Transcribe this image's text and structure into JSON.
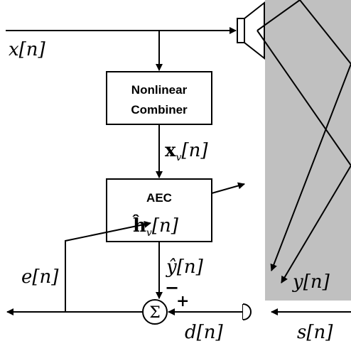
{
  "signals": {
    "input": "x[n]",
    "expanded": "x",
    "expanded_sub": "v",
    "expanded_arg": "[n]",
    "echo_estimate": "ŷ[n]",
    "error": "e[n]",
    "mic": "d[n]",
    "echo": "y[n]",
    "near_end": "s[n]"
  },
  "blocks": {
    "combiner_line1": "Nonlinear",
    "combiner_line2": "Combiner",
    "aec_title": "AEC",
    "aec_filter": "ĥ",
    "aec_filter_sub": "v",
    "aec_filter_arg": "[n]"
  },
  "summer": {
    "symbol": "Σ",
    "plus": "+",
    "minus": "−"
  },
  "colors": {
    "room": "#c0c0c0",
    "line": "#000000",
    "background": "#ffffff"
  }
}
